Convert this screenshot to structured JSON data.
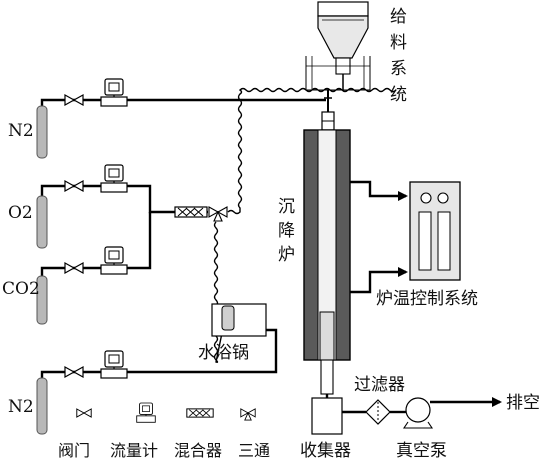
{
  "labels": {
    "feeder": [
      "给",
      "料",
      "系",
      "统"
    ],
    "furnace": [
      "沉",
      "降",
      "炉"
    ],
    "gas_n2_top": "N2",
    "gas_o2": "O2",
    "gas_co2": "CO2",
    "gas_n2_bottom": "N2",
    "water_bath": "水浴锅",
    "temp_control": "炉温控制系统",
    "filter": "过滤器",
    "vent": "排空",
    "collector": "收集器",
    "vacuum_pump": "真空泵"
  },
  "legend": {
    "valve": "阀门",
    "flowmeter": "流量计",
    "mixer": "混合器",
    "tee": "三通"
  },
  "colors": {
    "furnace_wall": "#5a5a5a",
    "furnace_inner": "#f2f2f2",
    "cylinder": "#b8b8b8",
    "controller": "#e6e6e6"
  }
}
